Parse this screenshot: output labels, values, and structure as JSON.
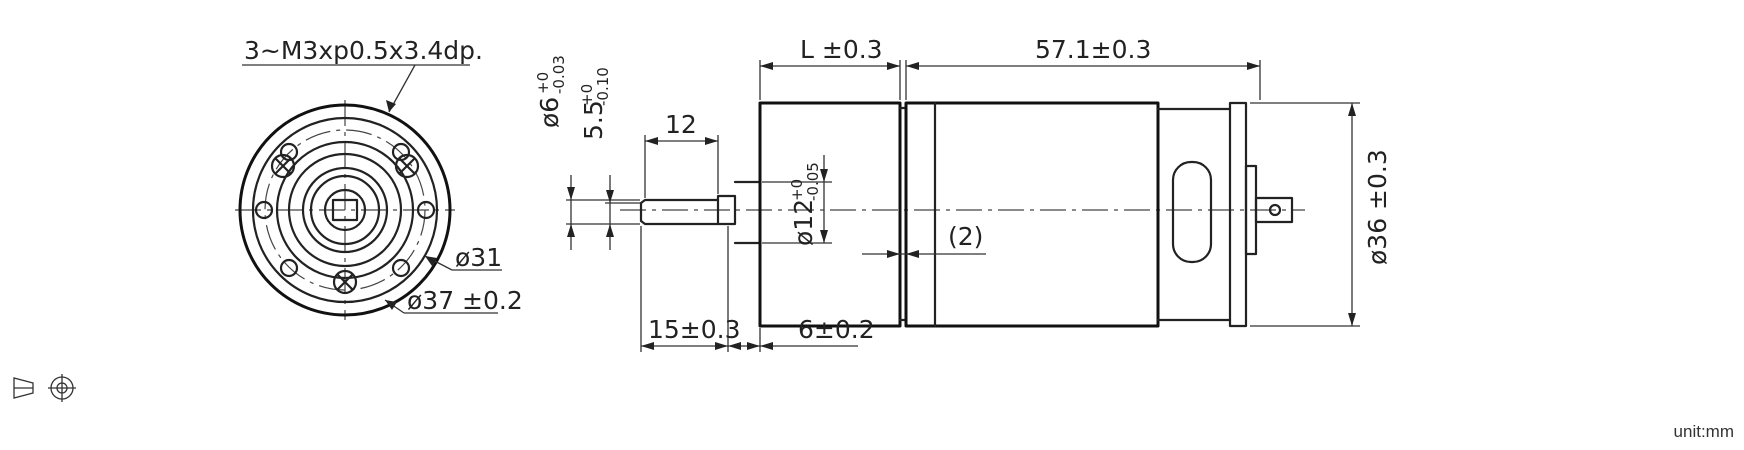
{
  "drawing": {
    "front_view": {
      "thread_callout": "3~M3xp0.5x3.4dp.",
      "pcd_label": "ø31",
      "od_label": "ø37 ±0.2"
    },
    "side_view": {
      "gearbox_length": "L ±0.3",
      "motor_length": "57.1±0.3",
      "body_diameter": "ø36 ±0.3",
      "shaft_diameter_main": "ø6",
      "shaft_diameter_tol_upper": "+0",
      "shaft_diameter_tol_lower": "-0.03",
      "flat_width_main": "5.5",
      "flat_width_tol_upper": "+0",
      "flat_width_tol_lower": "-0.10",
      "flat_length": "12",
      "boss_diameter_main": "ø12",
      "boss_tol_upper": "+0",
      "boss_tol_lower": "-0.05",
      "gap_label": "(2)",
      "shaft_length": "15±0.3",
      "boss_length": "6±0.2"
    },
    "unit": "unit:mm",
    "icons": [
      "third-angle-projection-icon"
    ]
  }
}
